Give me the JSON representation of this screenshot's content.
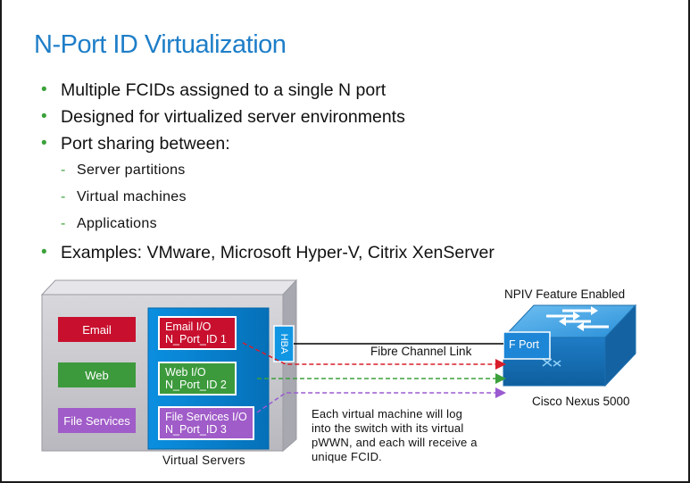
{
  "title": "N-Port ID Virtualization",
  "bullets": [
    "Multiple FCIDs assigned to a single N port",
    "Designed for virtualized server environments",
    "Port sharing between:",
    "Examples: VMware, Microsoft Hyper-V, Citrix XenServer"
  ],
  "sub_bullets": [
    "Server partitions",
    "Virtual machines",
    "Applications"
  ],
  "diagram": {
    "servers": [
      "Email",
      "Web",
      "File Services"
    ],
    "virtual_ios": [
      {
        "name": "Email I/O",
        "port": "N_Port_ID 1"
      },
      {
        "name": "Web I/O",
        "port": "N_Port_ID 2"
      },
      {
        "name": "File Services I/O",
        "port": "N_Port_ID 3"
      }
    ],
    "hba_label": "HBA",
    "virtual_servers_label": "Virtual Servers",
    "link_label": "Fibre Channel Link",
    "f_port_label": "F Port",
    "npiv_label": "NPIV Feature Enabled",
    "switch_label": "Cisco Nexus 5000",
    "note": [
      "Each virtual machine will log",
      "into the switch with its virtual",
      "pWWN, and each will receive a",
      "unique FCID."
    ]
  },
  "colors": {
    "title": "#1e7ec8",
    "bullet": "#3aa23a",
    "email": "#c8102e",
    "web": "#3c9a3c",
    "file_services": "#a05cc8",
    "virtual_server": "#0a84d2",
    "switch": "#2a8fd8"
  }
}
